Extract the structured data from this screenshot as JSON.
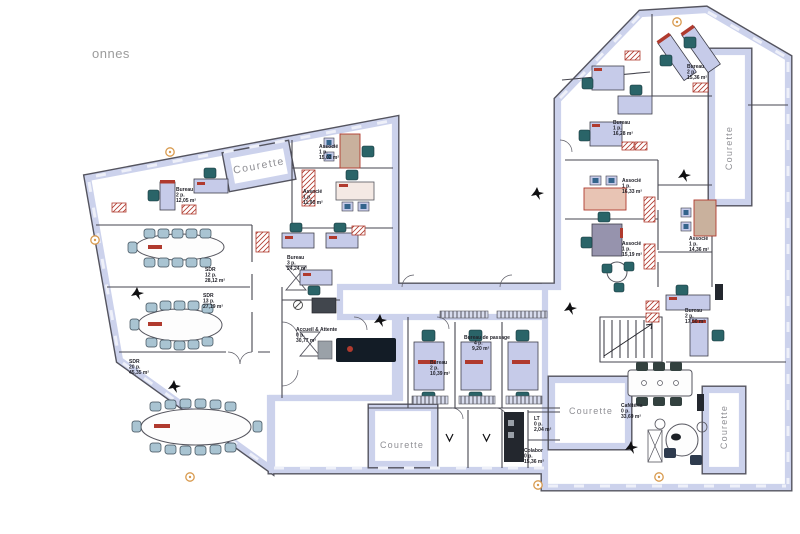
{
  "page": {
    "title_fragment": "onnes"
  },
  "labels": {
    "courette": "Courette"
  },
  "rooms": [
    {
      "name": "Bureau",
      "cap": "2 p.",
      "area": "12,05 m²"
    },
    {
      "name": "SDR",
      "cap": "12 p.",
      "area": "28,12 m²"
    },
    {
      "name": "SDR",
      "cap": "13 p.",
      "area": "27,19 m²"
    },
    {
      "name": "SDR",
      "cap": "20 p.",
      "area": "45,35 m²"
    },
    {
      "name": "Associé",
      "cap": "1 p.",
      "area": "15,02 m²"
    },
    {
      "name": "Associé",
      "cap": "1 p.",
      "area": "11,90 m²"
    },
    {
      "name": "Bureau",
      "cap": "3 p.",
      "area": "24,24 m²"
    },
    {
      "name": "Accueil & Attente",
      "cap": "0 p.",
      "area": "30,77 m²"
    },
    {
      "name": "Bureau de passage",
      "cap": "4 p.",
      "area": "9,20 m²"
    },
    {
      "name": "Bureau",
      "cap": "2 p.",
      "area": "10,39 m²"
    },
    {
      "name": "Bureau",
      "cap": "2 p.",
      "area": "15,36 m²"
    },
    {
      "name": "Bureau",
      "cap": "1 p.",
      "area": "16,28 m²"
    },
    {
      "name": "Associé",
      "cap": "1 p.",
      "area": "16,33 m²"
    },
    {
      "name": "Associé",
      "cap": "1 p.",
      "area": "15,19 m²"
    },
    {
      "name": "Associé",
      "cap": "1 p.",
      "area": "14,36 m²"
    },
    {
      "name": "Bureau",
      "cap": "2 p.",
      "area": "17,50 m²"
    },
    {
      "name": "Cafétéria",
      "cap": "0 p.",
      "area": "33,69 m²"
    },
    {
      "name": "LT",
      "cap": "0 p.",
      "area": "2,04 m²"
    },
    {
      "name": "Colabor",
      "cap": "0 p.",
      "area": "15,36 m²"
    }
  ],
  "colors": {
    "wall_fill": "#ccd2ec",
    "wall_edge": "#54545f",
    "accent_red": "#b03a2e",
    "chair_teal": "#2a6468",
    "meeting_chair": "#a9c4d2",
    "desk_fill": "#c6cbe9",
    "marker_orange": "#d89a4e",
    "label_text": "#23232b",
    "muted_text": "#8f8f94"
  }
}
